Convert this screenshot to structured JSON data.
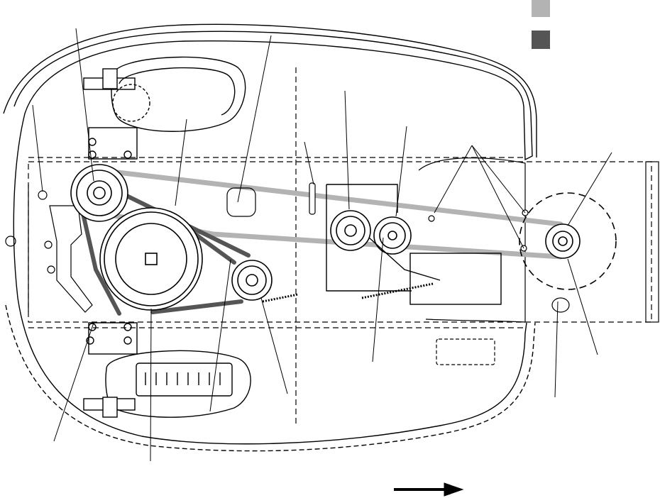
{
  "diagram": {
    "kind": "mower deck belt routing",
    "legend": [
      {
        "name": "light-belt-swatch",
        "color": "#b3b3b3"
      },
      {
        "name": "dark-belt-swatch",
        "color": "#555555"
      }
    ],
    "colors": {
      "light_belt": "#b3b3b3",
      "dark_belt": "#555555",
      "line": "#000000",
      "background": "#ffffff"
    },
    "arrow_direction": "right"
  }
}
